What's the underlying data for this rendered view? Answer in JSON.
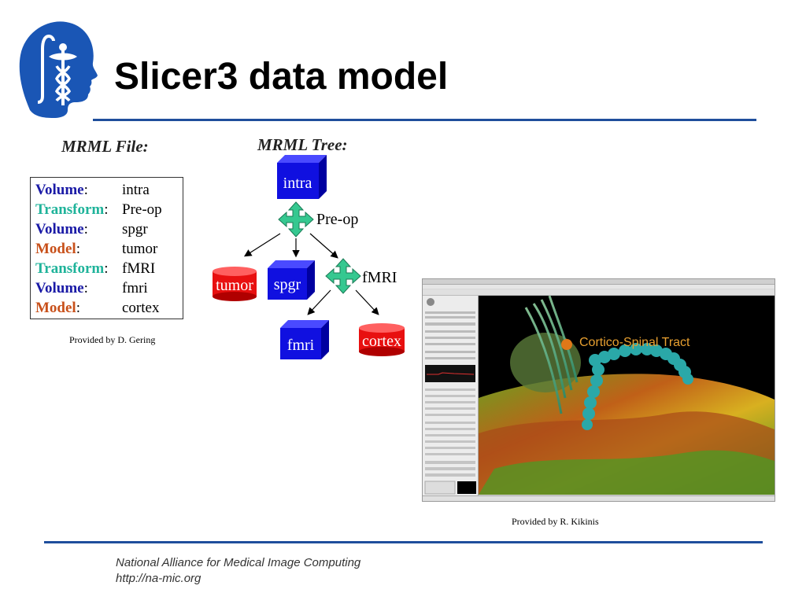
{
  "slide": {
    "title": "Slicer3 data model"
  },
  "colors": {
    "rule": "#1f4e9c",
    "volume": "#1a1aa6",
    "transform": "#1fb39a",
    "model": "#c8501a",
    "cube_blue": "#1010e0",
    "cylinder_red": "#e81010",
    "arrow_green": "#35c890"
  },
  "mrml_file": {
    "heading": "MRML File:",
    "rows": [
      {
        "key": "Volume",
        "sep": ":",
        "value": "intra",
        "kind": "volume"
      },
      {
        "key": "Transform",
        "sep": ":",
        "value": "Pre-op",
        "kind": "transform"
      },
      {
        "key": "Volume",
        "sep": ":",
        "value": "spgr",
        "kind": "volume"
      },
      {
        "key": "Model",
        "sep": ":",
        "value": "tumor",
        "kind": "model"
      },
      {
        "key": "Transform",
        "sep": ":",
        "value": "fMRI",
        "kind": "transform"
      },
      {
        "key": "Volume",
        "sep": ":",
        "value": "fmri",
        "kind": "volume"
      },
      {
        "key": "Model",
        "sep": ":",
        "value": "cortex",
        "kind": "model"
      }
    ],
    "credit": "Provided by D. Gering"
  },
  "mrml_tree": {
    "heading": "MRML Tree:",
    "nodes": {
      "intra": "intra",
      "preop": "Pre-op",
      "tumor": "tumor",
      "spgr": "spgr",
      "fmri_transform": "fMRI",
      "fmri": "fmri",
      "cortex": "cortex"
    }
  },
  "screenshot": {
    "annotation": "Cortico-Spinal Tract",
    "credit": "Provided by R. Kikinis"
  },
  "footer": {
    "org": "National Alliance for Medical Image Computing",
    "url": "http://na-mic.org"
  },
  "icons": {
    "logo": "head-caduceus-logo"
  }
}
